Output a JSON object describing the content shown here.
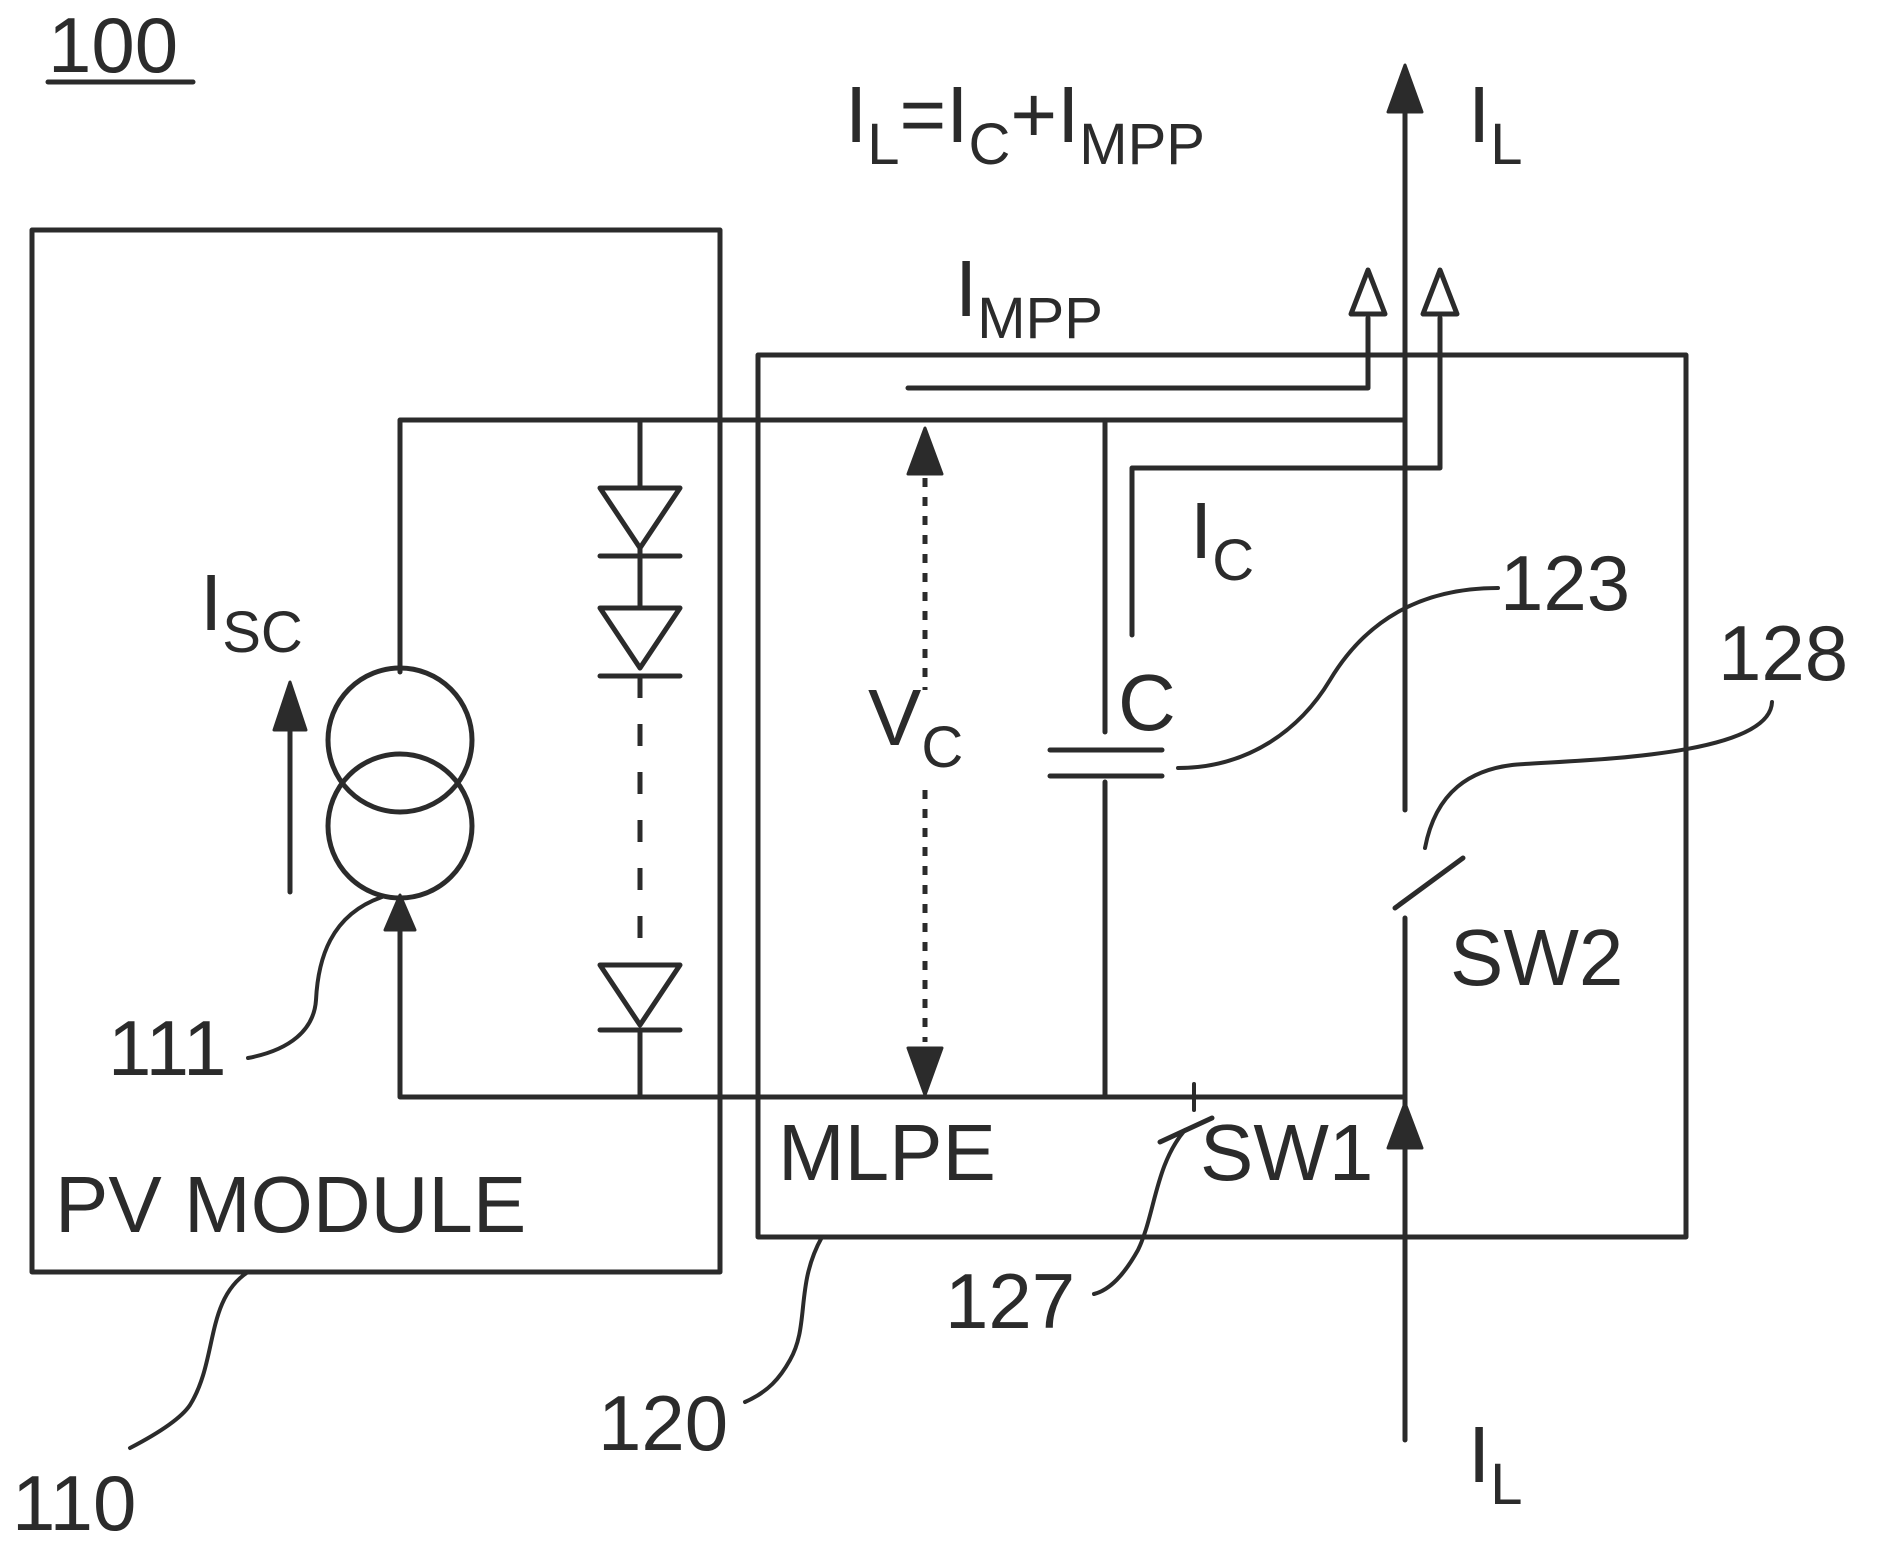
{
  "figure_number": "100",
  "blocks": {
    "pv_module": {
      "label": "PV MODULE",
      "ref": "110"
    },
    "mlpe": {
      "label": "MLPE",
      "ref": "120"
    }
  },
  "components": {
    "current_source": {
      "ref": "111",
      "current_symbol": "I",
      "current_subscript": "SC"
    },
    "capacitor": {
      "label": "C",
      "ref": "123",
      "voltage_symbol": "V",
      "voltage_subscript": "C"
    },
    "switch_1": {
      "label": "SW1",
      "ref": "127"
    },
    "switch_2": {
      "label": "SW2",
      "ref": "128"
    }
  },
  "currents": {
    "i_mpp": {
      "symbol": "I",
      "subscript": "MPP"
    },
    "i_c": {
      "symbol": "I",
      "subscript": "C"
    },
    "i_l_out": {
      "symbol": "I",
      "subscript": "L"
    },
    "i_l_in": {
      "symbol": "I",
      "subscript": "L"
    },
    "equation": {
      "l_symbol": "I",
      "l_subscript": "L",
      "eq": "=",
      "c_symbol": "I",
      "c_subscript": "C",
      "plus": "+",
      "mpp_symbol": "I",
      "mpp_subscript": "MPP"
    }
  }
}
